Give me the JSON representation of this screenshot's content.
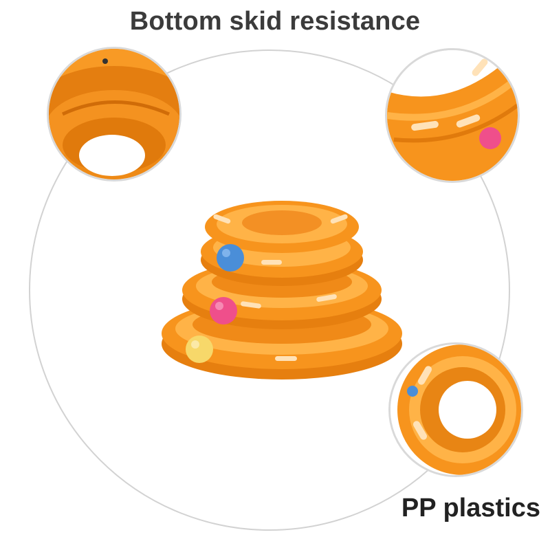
{
  "headline": "Bottom skid resistance",
  "footer_label": "PP plastics",
  "colors": {
    "toy_orange": "#f7941d",
    "toy_orange_dark": "#e07a0c",
    "toy_orange_light": "#ffb347",
    "ball_blue": "#4a8ed8",
    "ball_pink": "#ef4f8b",
    "ball_yellow": "#f7d86a",
    "ring_outline": "#d2d2d2",
    "text": "#3b3b3b"
  },
  "images": {
    "main_product": "three-tier-cat-track-tower",
    "detail_top_left": "bottom-base-closeup",
    "detail_top_right": "track-wall-with-ball-closeup",
    "detail_bottom_right": "top-ring-closeup"
  }
}
